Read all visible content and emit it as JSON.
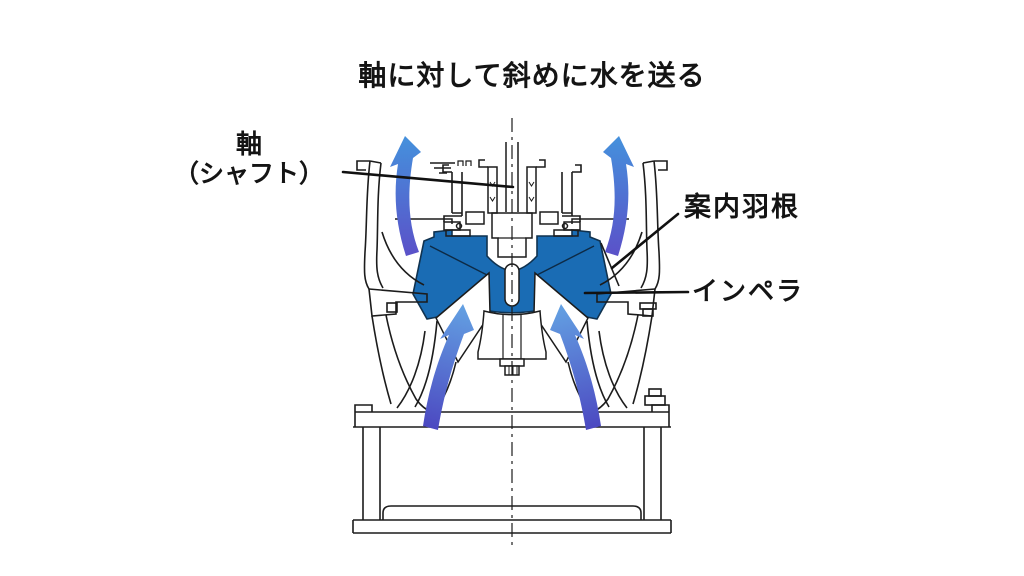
{
  "title": "軸に対して斜めに水を送る",
  "labels": {
    "shaft_line1": "軸",
    "shaft_line2": "（シャフト）",
    "guide_vane": "案内羽根",
    "impeller": "インペラ"
  },
  "colors": {
    "background": "#ffffff",
    "outline": "#1c1c1c",
    "leader": "#111111",
    "impeller_fill": "#1a6cb4",
    "arrow_blue_tip": "#4590dc",
    "arrow_violet_tail": "#5b50c8",
    "arrow_light_tip": "#63a0e2",
    "arrow_deep_violet_tail": "#4b46c0"
  },
  "diagram": {
    "type": "pump-cross-section",
    "flow_arrows": [
      "discharge-left",
      "discharge-right",
      "suction-left",
      "suction-right"
    ],
    "annotated_parts": [
      "shaft",
      "guide-vane",
      "impeller"
    ],
    "symbols": [
      "water-level"
    ]
  }
}
